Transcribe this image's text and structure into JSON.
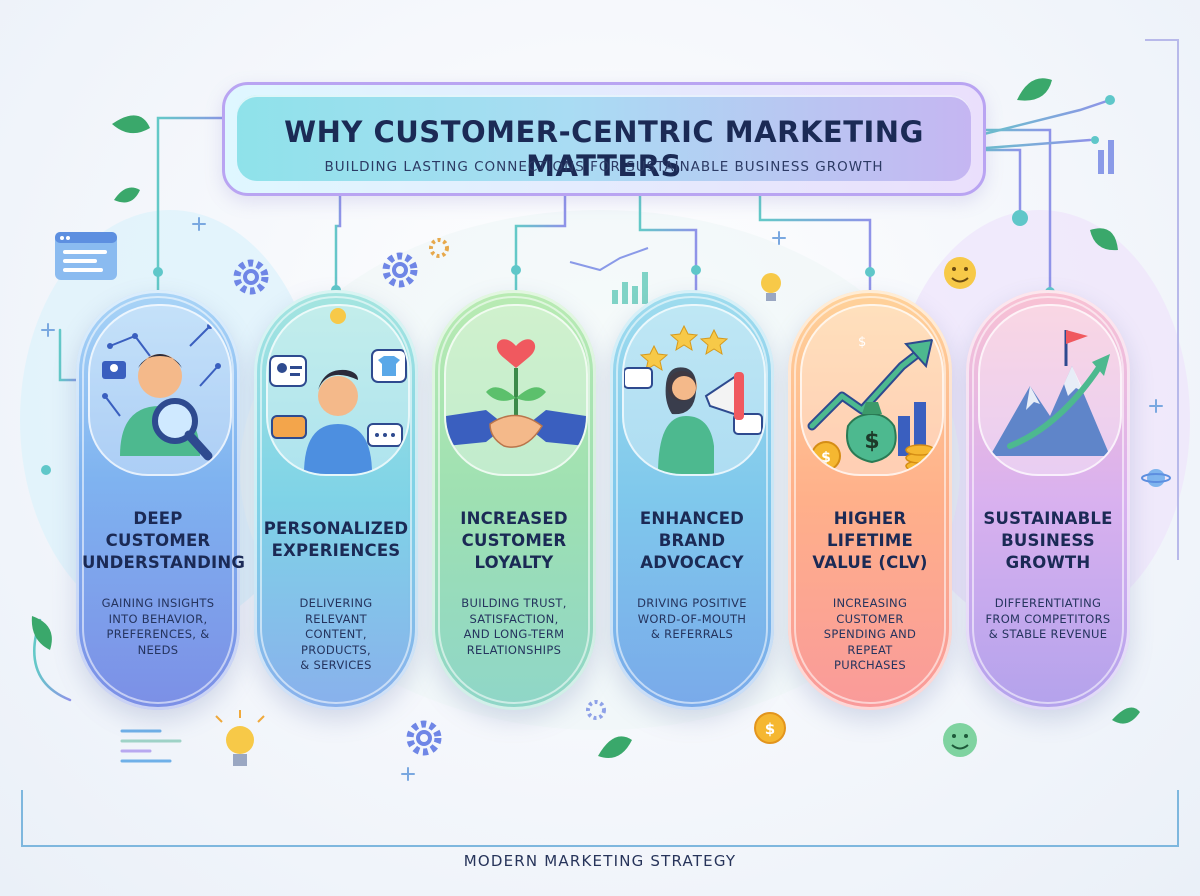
{
  "header": {
    "title": "WHY CUSTOMER-CENTRIC MARKETING MATTERS",
    "subtitle": "BUILDING LASTING CONNECTIONS FOR SUSTAINABLE BUSINESS GROWTH"
  },
  "cards": [
    {
      "title_lines": [
        "DEEP",
        "CUSTOMER",
        "UNDERSTANDING"
      ],
      "desc_lines": [
        "GAINING INSIGHTS",
        "INTO BEHAVIOR,",
        "PREFERENCES, &",
        "NEEDS"
      ],
      "icon": "magnifier-person-icon"
    },
    {
      "title_lines": [
        "PERSONALIZED",
        "EXPERIENCES"
      ],
      "desc_lines": [
        "DELIVERING",
        "RELEVANT",
        "CONTENT,",
        "PRODUCTS,",
        "& SERVICES"
      ],
      "icon": "personalized-person-icon"
    },
    {
      "title_lines": [
        "INCREASED",
        "CUSTOMER",
        "LOYALTY"
      ],
      "desc_lines": [
        "BUILDING TRUST,",
        "SATISFACTION,",
        "AND LONG-TERM",
        "RELATIONSHIPS"
      ],
      "icon": "handshake-heart-icon"
    },
    {
      "title_lines": [
        "ENHANCED",
        "BRAND",
        "ADVOCACY"
      ],
      "desc_lines": [
        "DRIVING POSITIVE",
        "WORD-OF-MOUTH",
        "& REFERRALS"
      ],
      "icon": "megaphone-stars-icon"
    },
    {
      "title_lines": [
        "HIGHER",
        "LIFETIME",
        "VALUE (CLV)"
      ],
      "desc_lines": [
        "INCREASING",
        "CUSTOMER",
        "SPENDING AND",
        "REPEAT",
        "PURCHASES"
      ],
      "icon": "money-growth-icon"
    },
    {
      "title_lines": [
        "SUSTAINABLE",
        "BUSINESS",
        "GROWTH"
      ],
      "desc_lines": [
        "DIFFERENTIATING",
        "FROM COMPETITORS",
        "& STABLE REVENUE"
      ],
      "icon": "mountain-flag-icon"
    }
  ],
  "footer": "MODERN MARKETING STRATEGY",
  "colors": {
    "title_text": "#1b2a55",
    "connector": "#5fc7c9",
    "leaf": "#3aa86b",
    "coin": "#f5b731",
    "gear": "#6f86e6"
  }
}
